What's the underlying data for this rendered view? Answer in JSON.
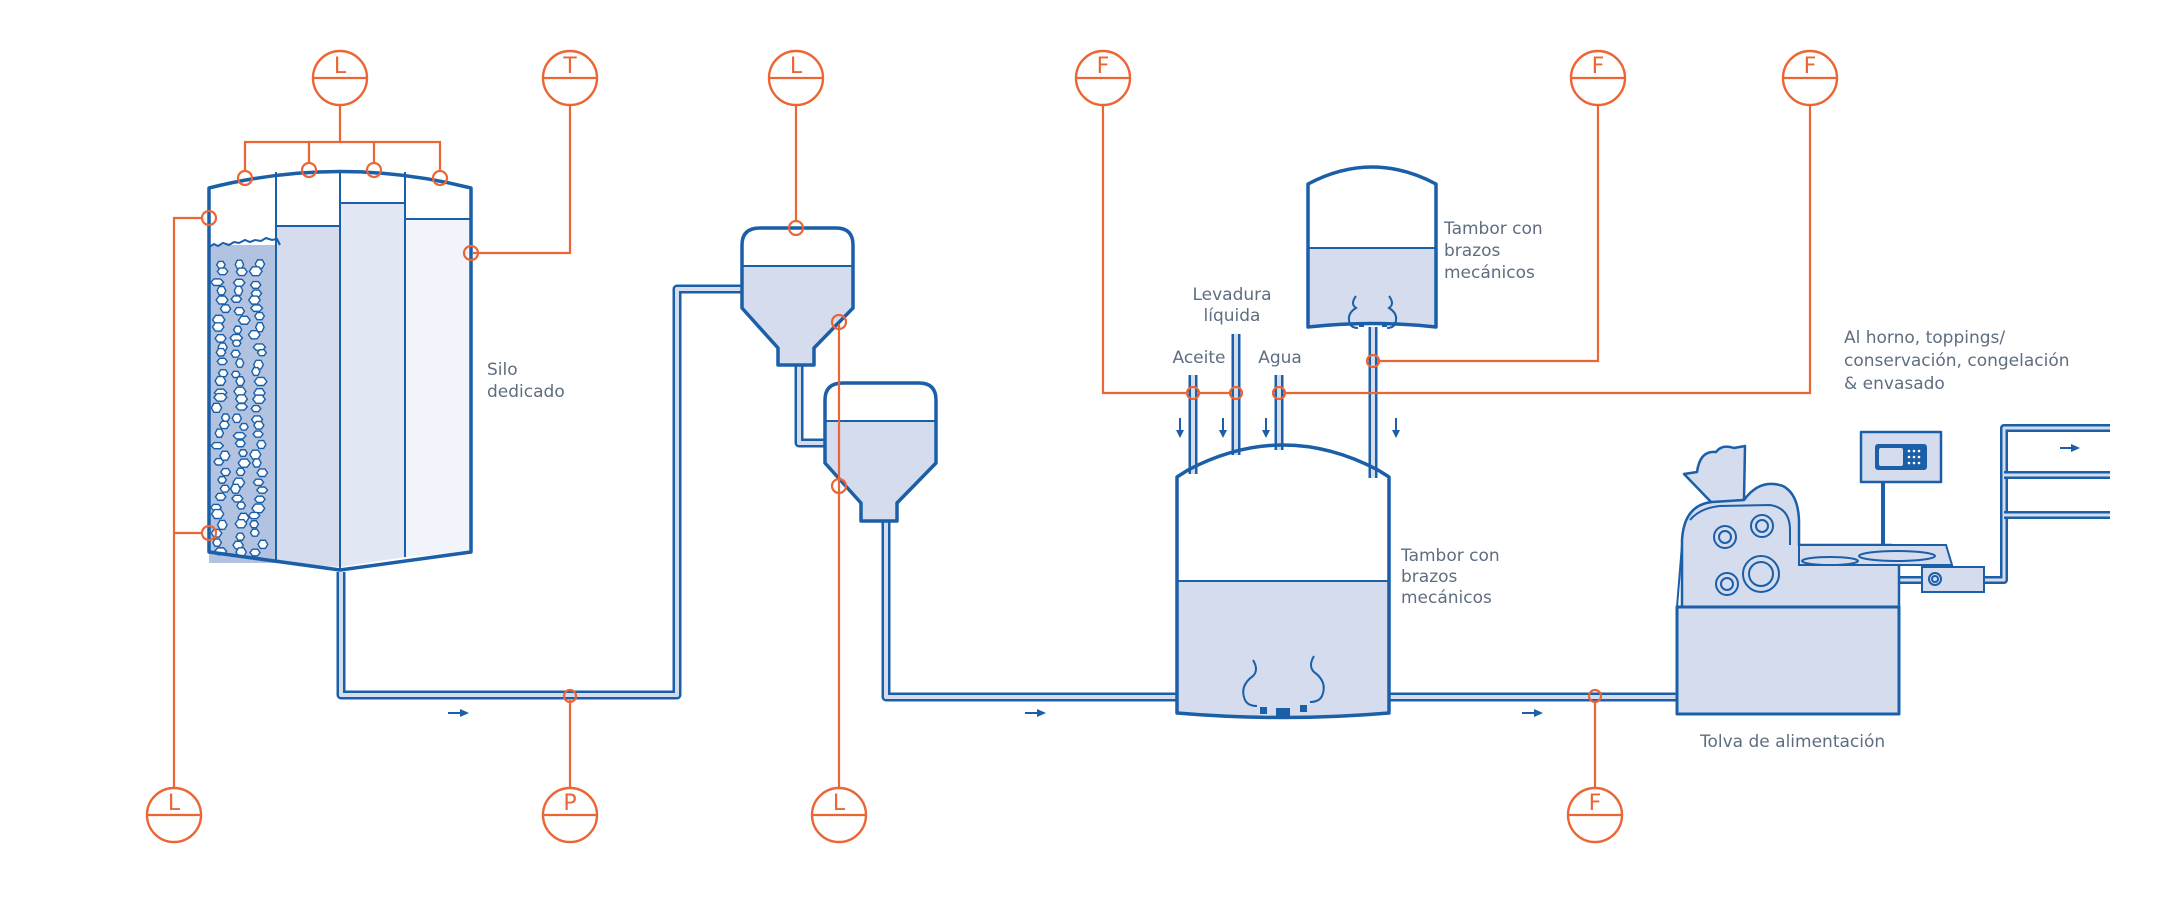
{
  "diagram": {
    "title": "Proceso de producción de masa",
    "colors": {
      "vessel": "#1a5fa8",
      "fill": "#d4dced",
      "signal": "#ec6535",
      "text": "#5e6e80"
    },
    "labels": {
      "silo": [
        "Silo",
        "dedicado"
      ],
      "tank_upper": [
        "Tambor con",
        "brazos",
        "mecánicos"
      ],
      "tank_mixer": [
        "Tambor con",
        "brazos",
        "mecánicos"
      ],
      "inputs": {
        "aceite": "Aceite",
        "levadura": [
          "Levadura",
          "líquida"
        ],
        "agua": "Agua"
      },
      "hopper_machine": "Tolva de alimentación",
      "output": [
        "Al horno, toppings/",
        "conservación, congelación",
        "& envasado"
      ]
    },
    "instruments": [
      {
        "id": "top-level-silo",
        "letter": "L",
        "type": "level"
      },
      {
        "id": "top-temp-silo",
        "letter": "T",
        "type": "temperature"
      },
      {
        "id": "top-level-hopper",
        "letter": "L",
        "type": "level"
      },
      {
        "id": "top-flow-inputs",
        "letter": "F",
        "type": "flow"
      },
      {
        "id": "top-flow-upper-tank",
        "letter": "F",
        "type": "flow"
      },
      {
        "id": "top-flow-main",
        "letter": "F",
        "type": "flow"
      },
      {
        "id": "bottom-level-silo",
        "letter": "L",
        "type": "level"
      },
      {
        "id": "bottom-pressure-pipe",
        "letter": "P",
        "type": "pressure"
      },
      {
        "id": "bottom-level-hopper",
        "letter": "L",
        "type": "level"
      },
      {
        "id": "bottom-flow-mixer-out",
        "letter": "F",
        "type": "flow"
      }
    ],
    "icons": {
      "flow_arrow": "arrow-right-icon",
      "feed_arrow": "arrow-down-icon",
      "controller": "control-panel-icon"
    }
  }
}
